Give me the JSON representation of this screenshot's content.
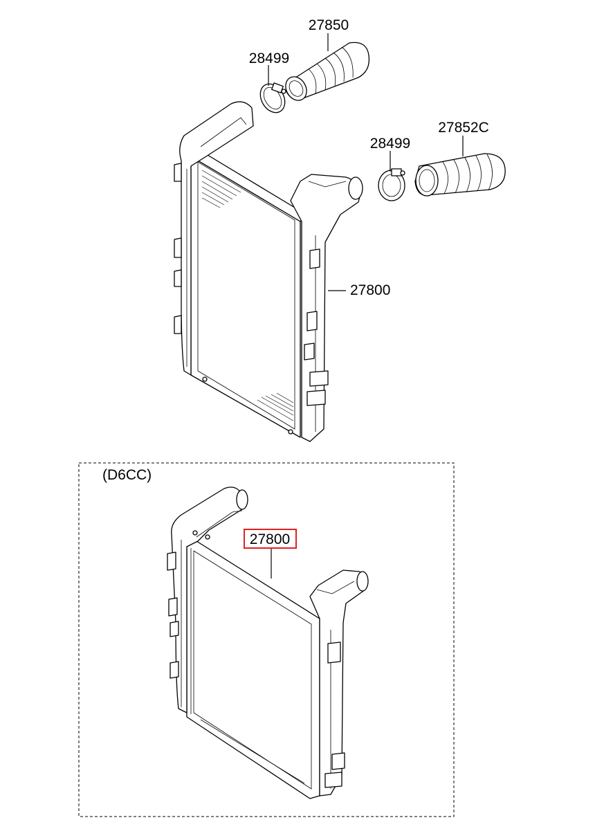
{
  "colors": {
    "highlight": "#e02020",
    "line": "#000000",
    "background": "#ffffff"
  },
  "labels": {
    "hose_upper": "27850",
    "clamp_upper": "28499",
    "hose_right": "27852C",
    "clamp_right": "28499",
    "intercooler_main": "27800",
    "variant": "(D6CC)",
    "intercooler_variant": "27800"
  }
}
